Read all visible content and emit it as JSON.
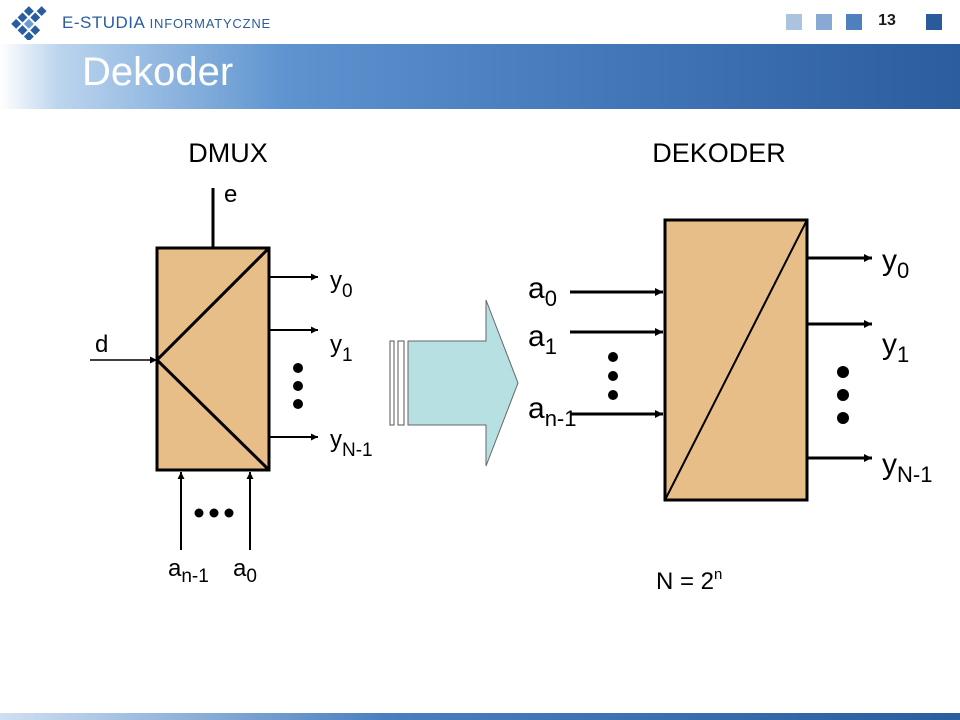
{
  "header": {
    "brand_main": "E-STUDIA",
    "brand_sub": "INFORMATYCZNE",
    "page_number": "13",
    "nav_square_colors": [
      "#aac4e0",
      "#88aad2",
      "#4f80bc",
      "#2a5a9a"
    ]
  },
  "slide": {
    "title": "Dekoder"
  },
  "dmux": {
    "label": "DMUX",
    "enable": "e",
    "data_in": "d",
    "outputs": [
      {
        "base": "y",
        "sub": "0"
      },
      {
        "base": "y",
        "sub": "1"
      },
      {
        "base": "y",
        "sub": "N-1"
      }
    ],
    "selects": [
      {
        "base": "a",
        "sub": "n-1"
      },
      {
        "base": "a",
        "sub": "0"
      }
    ],
    "fill": "#e8be88"
  },
  "dekoder": {
    "label": "DEKODER",
    "inputs": [
      {
        "base": "a",
        "sub": "0"
      },
      {
        "base": "a",
        "sub": "1"
      },
      {
        "base": "a",
        "sub": "n-1"
      }
    ],
    "outputs": [
      {
        "base": "y",
        "sub": "0"
      },
      {
        "base": "y",
        "sub": "1"
      },
      {
        "base": "y",
        "sub": "N-1"
      }
    ],
    "fill": "#e8be88"
  },
  "transform_arrow_fill": "#b7e0e2",
  "formula": {
    "base": "N = 2",
    "sup": "n"
  }
}
